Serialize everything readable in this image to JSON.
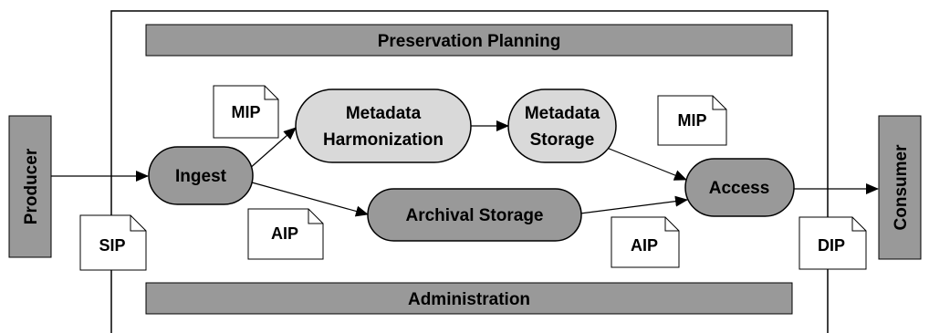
{
  "colors": {
    "bar_fill": "#999999",
    "process_fill": "#999999",
    "metadata_fill": "#d9d9d9",
    "package_fill": "#ffffff",
    "line": "#000000"
  },
  "external_entities": {
    "producer": "Producer",
    "consumer": "Consumer"
  },
  "bars": {
    "top": "Preservation Planning",
    "bottom": "Administration"
  },
  "processes": {
    "ingest": "Ingest",
    "metadata_harmonization": [
      "Metadata",
      "Harmonization"
    ],
    "metadata_storage": [
      "Metadata",
      "Storage"
    ],
    "archival_storage": "Archival Storage",
    "access": "Access"
  },
  "packages": {
    "sip": "SIP",
    "mip_left": "MIP",
    "mip_right": "MIP",
    "aip_left": "AIP",
    "aip_right": "AIP",
    "dip": "DIP"
  }
}
